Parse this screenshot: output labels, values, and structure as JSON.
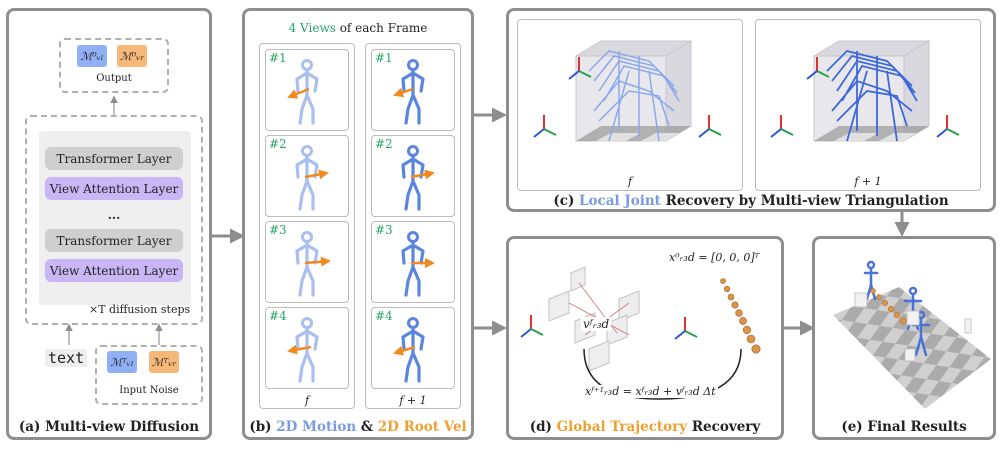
{
  "panel_a": {
    "caption": "(a) Multi-view Diffusion",
    "output_label": "Output",
    "output_chip_vl": "ℳ⁰ᵥₗ",
    "output_chip_vr": "ℳ⁰ᵥᵣ",
    "layers": [
      "Transformer Layer",
      "View Attention Layer",
      "...",
      "Transformer Layer",
      "View Attention Layer"
    ],
    "steps_label": "×T diffusion steps",
    "text_label": "text",
    "noise_label": "Input Noise",
    "noise_chip_vl": "ℳᵀᵥₗ",
    "noise_chip_vr": "ℳᵀᵥᵣ"
  },
  "panel_b": {
    "title_count": "4 Views",
    "title_rest": " of each Frame",
    "view_labels": [
      "#1",
      "#2",
      "#3",
      "#4"
    ],
    "frame_f": "f",
    "frame_f1": "f + 1",
    "caption_prefix": "(b) ",
    "caption_blue": "2D Motion",
    "caption_mid": " & ",
    "caption_orange": "2D Root Vel"
  },
  "panel_c": {
    "frame_f": "f",
    "frame_f1": "f + 1",
    "caption_prefix": "(c) ",
    "caption_blue": "Local Joint",
    "caption_rest": " Recovery by Multi-view Triangulation"
  },
  "panel_d": {
    "init_eq": "x⁰ᵣ₃d = [0, 0, 0]ᵀ",
    "vel_label": "vᶠᵣ₃d",
    "update_eq": "xᶠ⁺¹ᵣ₃d = xᶠᵣ₃d + vᶠᵣ₃d Δt",
    "caption_prefix": "(d) ",
    "caption_orange": "Global Trajectory",
    "caption_rest": " Recovery"
  },
  "panel_e": {
    "caption": "(e) Final Results"
  },
  "colors": {
    "border": "#8e8e8e",
    "motion_blue": "#7a9be0",
    "root_orange": "#f0a030",
    "view_green": "#2aa56a",
    "attention_violet": "#c9b6f5",
    "transformer_gray": "#cfcfcf"
  }
}
